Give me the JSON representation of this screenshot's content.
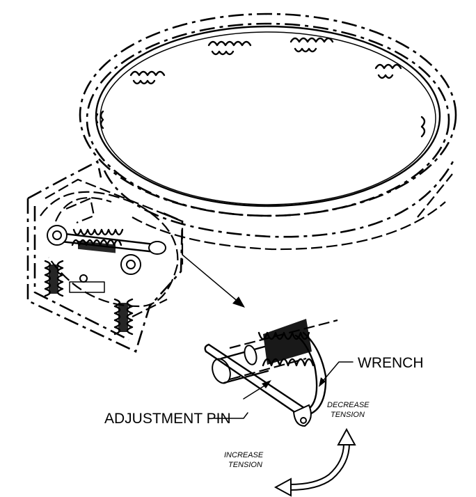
{
  "labels": {
    "wrench": "WRENCH",
    "adjustment_pin": "ADJUSTMENT PIN",
    "decrease_line1": "DECREASE",
    "decrease_line2": "TENSION",
    "increase_line1": "INCREASE",
    "increase_line2": "TENSION"
  },
  "icons": {
    "rotation": "double-headed-curved-arrow-icon",
    "callout": "callout-arrow-icon"
  },
  "colors": {
    "line": "#000000",
    "background": "#ffffff"
  }
}
